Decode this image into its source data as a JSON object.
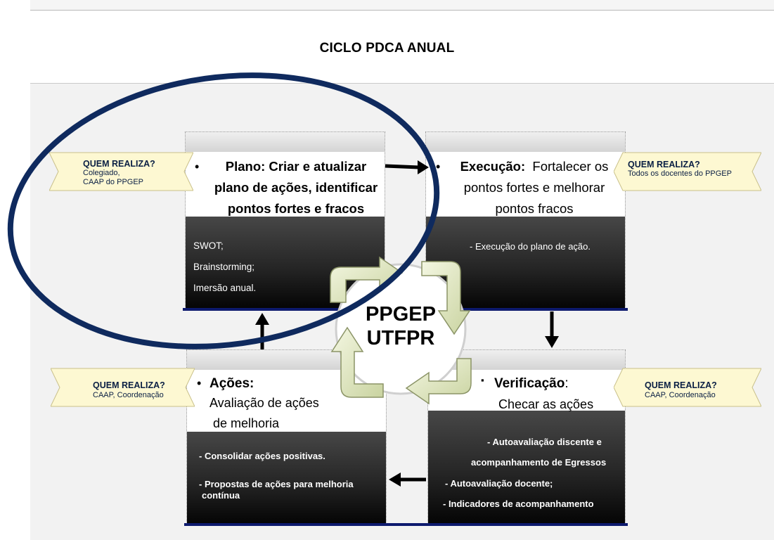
{
  "title": "CICLO PDCA ANUAL",
  "center": {
    "line1": "PPGEP",
    "line2": "UTFPR"
  },
  "plano": {
    "bullet": "•",
    "heading_lines": [
      "Plano: Criar e atualizar",
      "plano de ações, identificar",
      "pontos fortes e fracos"
    ],
    "items": [
      "SWOT;",
      "Brainstorming;",
      "Imersão anual."
    ]
  },
  "execucao": {
    "bullet": "•",
    "bold": "Execução:",
    "rest": "Fortalecer os",
    "lines": [
      "pontos fortes e melhorar",
      "pontos fracos"
    ],
    "items": [
      "- Execução do plano de ação."
    ]
  },
  "verificacao": {
    "bullet": "▪",
    "bold": "Verificação",
    "colon": ":",
    "line2": "Checar as ações",
    "items": [
      "- Autoavaliação discente e",
      "acompanhamento de Egressos",
      "- Autoavaliação docente;",
      "- Indicadores de acompanhamento"
    ]
  },
  "acoes": {
    "bullet": "•",
    "bold": "Ações:",
    "lines": [
      "Avaliação de ações",
      "de melhoria"
    ],
    "items": [
      "- Consolidar ações positivas.",
      "- Propostas de ações para melhoria",
      "contínua"
    ]
  },
  "ribbons": {
    "plano": {
      "title": "QUEM REALIZA?",
      "sub1": "Colegiado,",
      "sub2": "CAAP do PPGEP"
    },
    "execucao": {
      "title": "QUEM REALIZA?",
      "sub1": "Todos os docentes do PPGEP"
    },
    "acoes": {
      "title": "QUEM REALIZA?",
      "sub1": "CAAP, Coordenação"
    },
    "verificacao": {
      "title": "QUEM REALIZA?",
      "sub1": "CAAP, Coordenação"
    }
  },
  "colors": {
    "ribbon_fill": "#fdf8d2",
    "ring_stroke": "#0f2a5e",
    "cycle_arrow_fill": "#e6ecc8",
    "dark_block": "#1e1e1e",
    "blue_underline": "#0d1a6e"
  }
}
